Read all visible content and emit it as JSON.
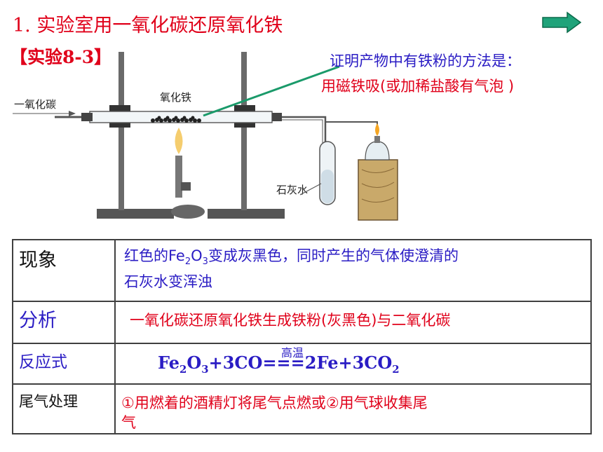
{
  "title": "1. 实验室用一氧化碳还原氧化铁",
  "experiment_label": "【实验8-3】",
  "next_button": {
    "icon": "right-arrow-icon",
    "color": "#1fa37a"
  },
  "annotation": {
    "question": "证明产物中有铁粉的方法是：",
    "answer": "用磁铁吸(或加稀盐酸有气泡 )"
  },
  "apparatus": {
    "label_co": "一氧化碳",
    "label_fe2o3": "氧化铁",
    "label_limewater": "石灰水"
  },
  "table": {
    "phenomenon": {
      "header": "现象",
      "line1_a": "红色的Fe",
      "line1_sub1": "2",
      "line1_b": "O",
      "line1_sub2": "3",
      "line1_c": "变成灰黑色，同时产生的气体使澄清的",
      "line2": "石灰水变浑浊"
    },
    "analysis": {
      "header": "分析",
      "text": "一氧化碳还原氧化铁生成铁粉(灰黑色)与二氧化碳"
    },
    "equation": {
      "header": "反应式",
      "p1": "Fe",
      "s1": "2",
      "p2": "O",
      "s2": "3",
      "p3": "+3CO===2Fe+3CO",
      "s3": "2",
      "condition": "高温"
    },
    "tail_gas": {
      "header": "尾气处理",
      "line1": "①用燃着的酒精灯将尾气点燃或②用气球收集尾",
      "line2": "气"
    }
  },
  "colors": {
    "red": "#e0001a",
    "blue": "#2a1cc4",
    "pointer_line": "#1a9a6a"
  }
}
